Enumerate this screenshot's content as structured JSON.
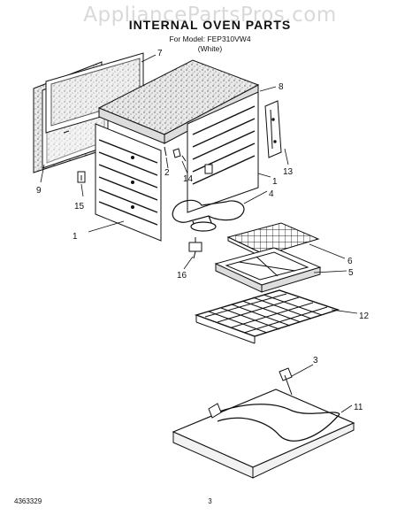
{
  "header": {
    "watermark": "AppliancePartsPros.com",
    "title": "INTERNAL OVEN PARTS",
    "model_line": "For Model: FEP310VW4",
    "color_line": "(White)"
  },
  "callouts": {
    "c1a": "1",
    "c1b": "1",
    "c2": "2",
    "c3": "3",
    "c4": "4",
    "c5": "5",
    "c6": "6",
    "c7": "7",
    "c8": "8",
    "c9": "9",
    "c11": "11",
    "c12": "12",
    "c13": "13",
    "c14": "14",
    "c15": "15",
    "c16": "16"
  },
  "footer": {
    "part_number": "4363329",
    "page": "3"
  }
}
